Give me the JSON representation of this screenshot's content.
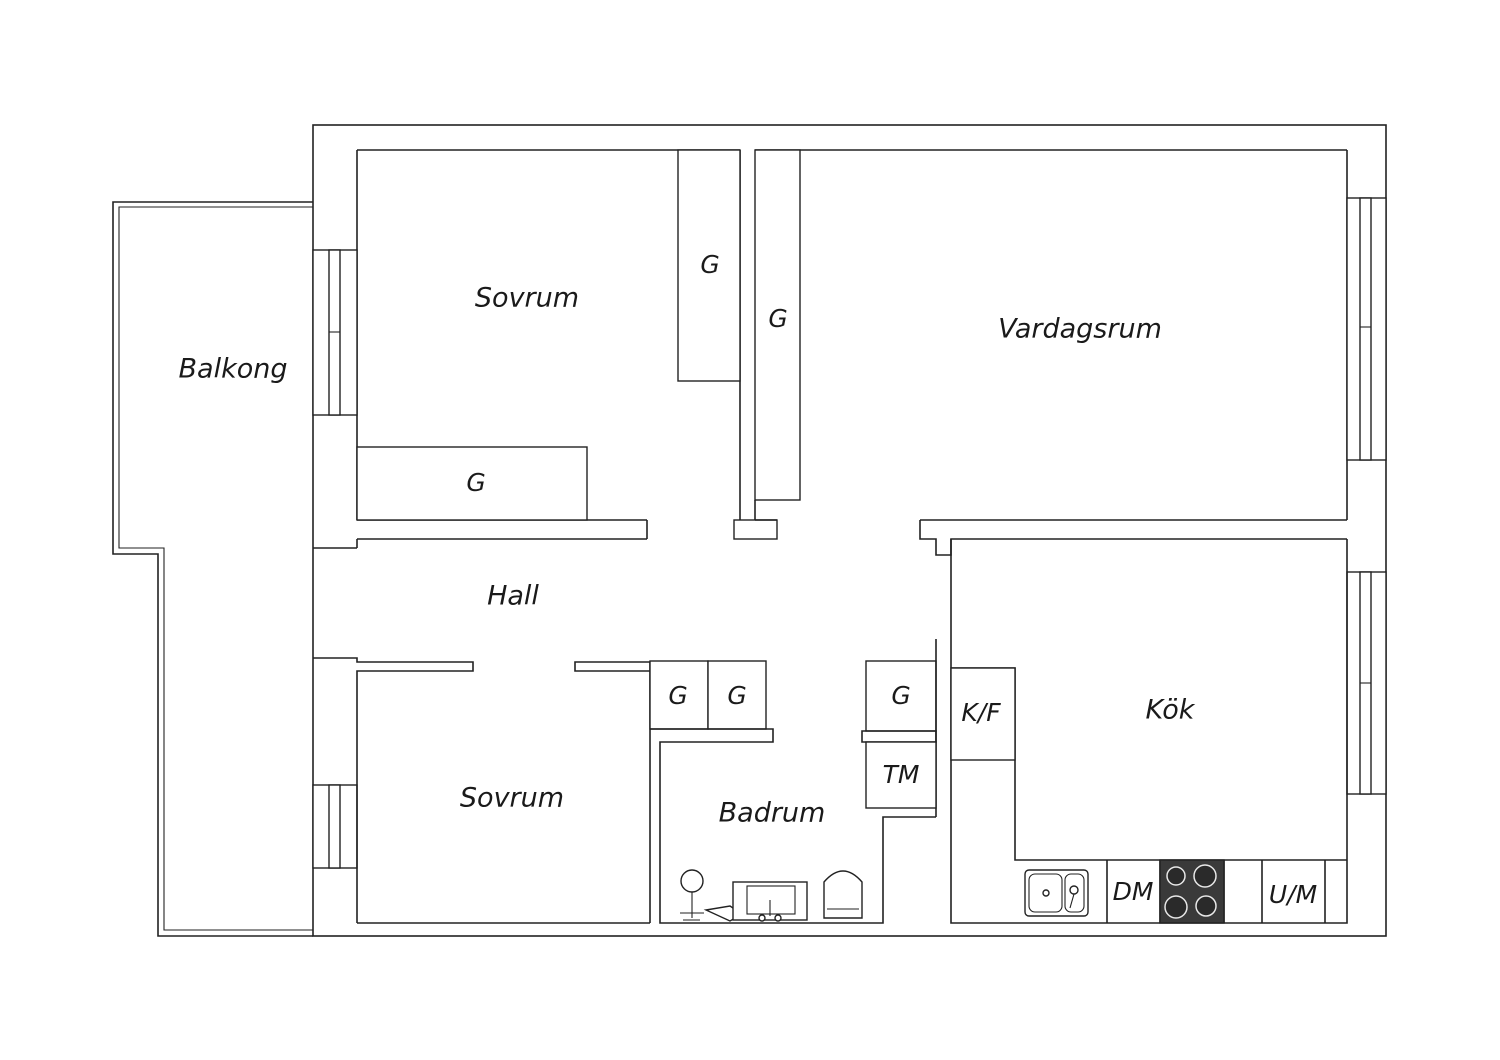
{
  "rooms": {
    "bedroom_top": "Sovrum",
    "bedroom_bottom": "Sovrum",
    "living": "Vardagsrum",
    "balcony": "Balkong",
    "hall": "Hall",
    "bathroom": "Badrum",
    "kitchen": "Kök"
  },
  "fixtures": {
    "wardrobe_1": "G",
    "wardrobe_2": "G",
    "wardrobe_3": "G",
    "wardrobe_4": "G",
    "wardrobe_5": "G",
    "wardrobe_6": "G",
    "fridge_freezer": "K/F",
    "washing_machine": "TM",
    "dishwasher": "DM",
    "oven": "U/M"
  }
}
